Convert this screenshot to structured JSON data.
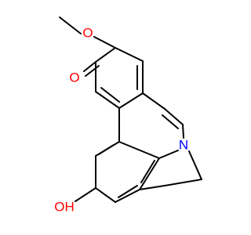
{
  "molecule": {
    "atoms": {
      "methoxy_oxygen": "O",
      "ketone_oxygen": "O",
      "nitrogen": "N",
      "hydroxyl": "OH"
    },
    "colors": {
      "bond": "#000000",
      "oxygen": "#ff0000",
      "nitrogen": "#0000ff",
      "background": "#ffffff"
    }
  }
}
